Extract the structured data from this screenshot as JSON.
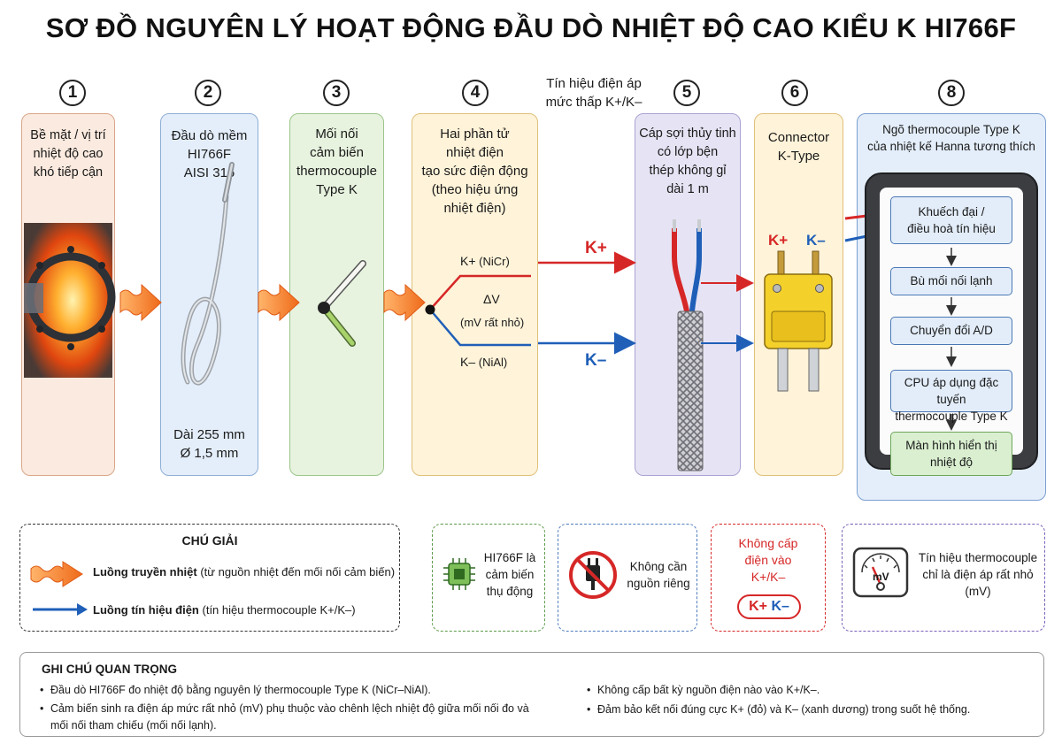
{
  "title": "SƠ ĐỒ NGUYÊN LÝ HOẠT ĐỘNG ĐẦU DÒ NHIỆT ĐỘ CAO KIỂU K HI766F",
  "steps": {
    "s1": {
      "num": "1",
      "lines": [
        "Bề mặt / vị trí",
        "nhiệt độ cao",
        "khó tiếp cận"
      ]
    },
    "s2": {
      "num": "2",
      "lines": [
        "Đầu dò mềm",
        "HI766F",
        "AISI 316"
      ],
      "dims": [
        "Dài 255 mm",
        "Ø 1,5 mm"
      ]
    },
    "s3": {
      "num": "3",
      "lines": [
        "Mối nối",
        "cảm biến",
        "thermocouple",
        "Type K"
      ]
    },
    "s4": {
      "num": "4",
      "lines": [
        "Hai phần tử",
        "nhiệt điện",
        "tạo sức điện động",
        "(theo hiệu ứng",
        "nhiệt điện)"
      ],
      "kplus_label": "K+",
      "kplus_mat": "(NiCr)",
      "dv": "ΔV",
      "mv": "(mV rất nhỏ)",
      "kminus_label": "K–",
      "kminus_mat": "(NiAl)"
    },
    "s5": {
      "num": "5",
      "lines": [
        "Cáp sợi thủy tinh",
        "có lớp bện",
        "thép không gỉ",
        "dài 1 m"
      ]
    },
    "s6": {
      "num": "6",
      "lines": [
        "Connector",
        "K-Type"
      ],
      "kplus": "K+",
      "kminus": "K–"
    },
    "s8": {
      "num": "8",
      "lines": [
        "Ngõ thermocouple Type K",
        "của nhiệt kế Hanna tương thích"
      ],
      "blocks": [
        [
          "Khuếch đại /",
          "điều hoà tín hiệu"
        ],
        [
          "Bù mối nối lạnh"
        ],
        [
          "Chuyển đổi A/D"
        ],
        [
          "CPU áp dụng đặc tuyến",
          "thermocouple Type K"
        ],
        [
          "Màn hình hiển thị",
          "nhiệt độ"
        ]
      ]
    }
  },
  "signal_top": [
    "Tín hiệu điện áp",
    "mức thấp K+/K–"
  ],
  "wire": {
    "kplus": "K+",
    "kminus": "K–"
  },
  "legend": {
    "title": "CHÚ GIẢI",
    "heat_bold": "Luồng truyền nhiệt",
    "heat_rest": "(từ nguồn nhiệt đến mối nối cảm biến)",
    "signal_bold": "Luồng tín hiệu điện",
    "signal_rest": "(tín hiệu thermocouple K+/K–)"
  },
  "cards": {
    "passive": [
      "HI766F là",
      "cảm biến",
      "thụ động"
    ],
    "nopower": [
      "Không cần",
      "nguồn riêng"
    ],
    "nosupply": [
      "Không cấp",
      "điện vào",
      "K+/K–"
    ],
    "nosupply_kplus": "K+",
    "nosupply_kminus": "K–",
    "mvsignal": [
      "Tín hiệu thermocouple",
      "chỉ là điện áp rất nhỏ",
      "(mV)"
    ],
    "meter_label": "mV"
  },
  "notes": {
    "title": "GHI CHÚ QUAN TRỌNG",
    "left": [
      "Đầu dò HI766F đo nhiệt độ bằng nguyên lý thermocouple Type K (NiCr–NiAl).",
      "Cảm biến sinh ra điện áp mức rất nhỏ (mV) phụ thuộc vào chênh lệch nhiệt độ giữa mối nối đo và",
      "mối nối tham chiếu (mối nối lạnh)."
    ],
    "right": [
      "Không cấp bất kỳ nguồn điện nào vào K+/K–.",
      "Đảm bảo kết nối đúng cực K+ (đỏ) và K– (xanh dương) trong suốt hệ thống."
    ]
  },
  "colors": {
    "red": "#d62727",
    "blue": "#1f5fb8",
    "heat": "#f07a2a",
    "p1_bg": "#fbeadf",
    "p2_bg": "#e4eefa",
    "p3_bg": "#e7f3df",
    "p4_bg": "#fff3d9",
    "p5_bg": "#e6e4f4",
    "p6_bg": "#fff3d9",
    "p8_bg": "#e4eefa"
  }
}
